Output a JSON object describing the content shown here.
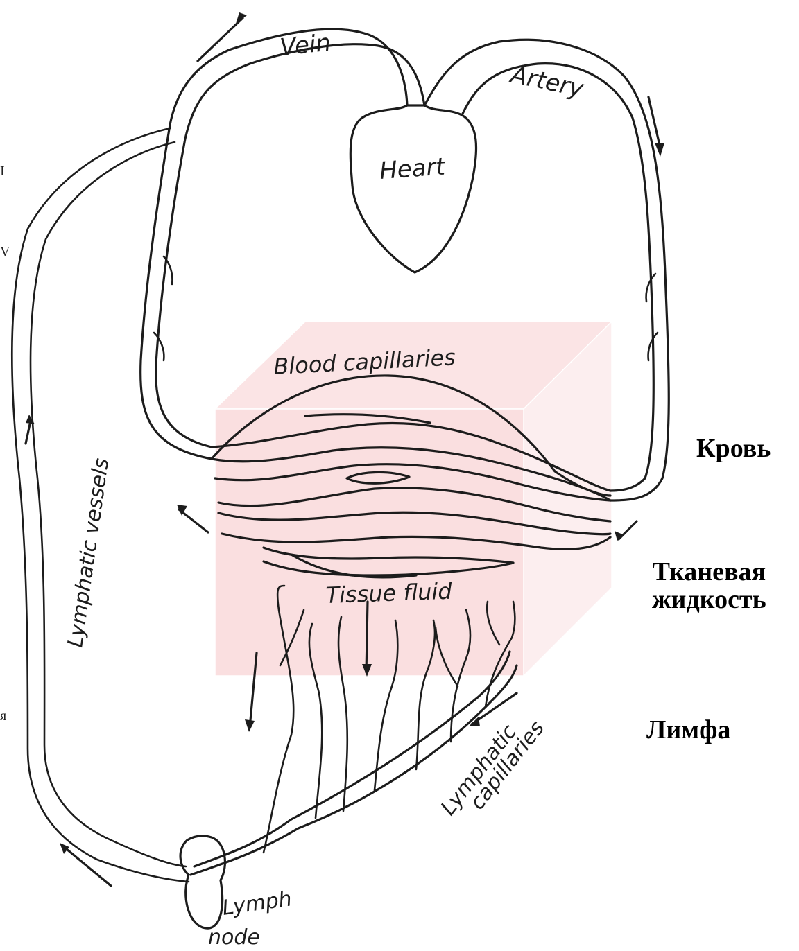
{
  "diagram": {
    "handwritten_labels": {
      "vein": "Vein",
      "artery": "Artery",
      "heart": "Heart",
      "blood_capillaries": "Blood capillaries",
      "tissue_fluid": "Tissue fluid",
      "lymphatic_vessels": "Lymphatic vessels",
      "lymphatic_capillaries_line1": "Lymphatic",
      "lymphatic_capillaries_line2": "capillaries",
      "lymph_node_line1": "Lymph",
      "lymph_node_line2": "node"
    },
    "side_labels": {
      "blood": "Кровь",
      "tissue_fluid_line1": "Тканевая",
      "tissue_fluid_line2": "жидкость",
      "lymph": "Лимфа"
    },
    "edge_fragments": [
      "I",
      "V",
      "я"
    ],
    "colors": {
      "ink": "#1c1c1c",
      "cube_face": "#f7c9cc",
      "paper": "#ffffff"
    }
  }
}
